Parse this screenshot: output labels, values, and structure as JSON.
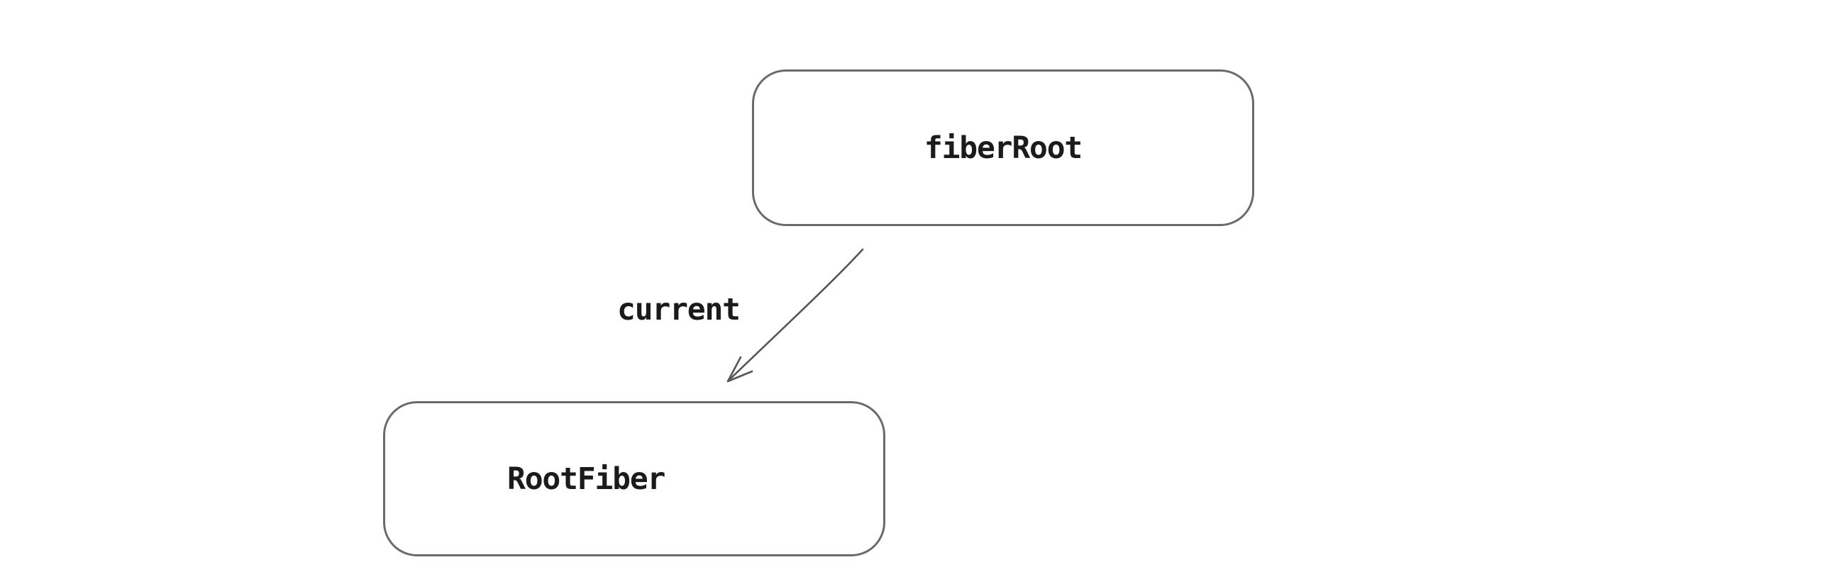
{
  "diagram": {
    "type": "flow",
    "background": "#ffffff",
    "colors": {
      "node_border": "#6a6a6a",
      "node_fill": "#ffffff",
      "arrow": "#565656",
      "text": "#1b1b1b"
    },
    "nodes": [
      {
        "id": "fiber-root",
        "label": "fiberRoot"
      },
      {
        "id": "root-fiber",
        "label": "RootFiber"
      }
    ],
    "edges": [
      {
        "from": "fiberRoot",
        "to": "RootFiber",
        "label": "current",
        "style": "thin-line-open-arrowhead"
      }
    ]
  }
}
